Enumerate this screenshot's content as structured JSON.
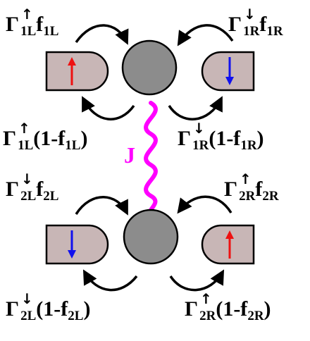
{
  "colors": {
    "lead_fill": "#c8b6b6",
    "dot_fill": "#8c8c8c",
    "spin_up": "#ee1111",
    "spin_down": "#1111ee",
    "coupling": "#ff00ff",
    "arrow": "#000000"
  },
  "coupling_label": "J",
  "leads": [
    {
      "id": "1L",
      "spin": "up"
    },
    {
      "id": "1R",
      "spin": "down"
    },
    {
      "id": "2L",
      "spin": "down"
    },
    {
      "id": "2R",
      "spin": "up"
    }
  ],
  "rates": {
    "in_1L": {
      "symbol": "Γ",
      "spin": "↑",
      "index": "1L",
      "occ_prefix": "f",
      "occ_index": "1L",
      "occ_suffix": ""
    },
    "in_1R": {
      "symbol": "Γ",
      "spin": "↓",
      "index": "1R",
      "occ_prefix": "f",
      "occ_index": "1R",
      "occ_suffix": ""
    },
    "out_1L": {
      "symbol": "Γ",
      "spin": "↑",
      "index": "1L",
      "occ_prefix": "(1-f",
      "occ_index": "1L",
      "occ_suffix": ")"
    },
    "out_1R": {
      "symbol": "Γ",
      "spin": "↓",
      "index": "1R",
      "occ_prefix": "(1-f",
      "occ_index": "1R",
      "occ_suffix": ")"
    },
    "in_2L": {
      "symbol": "Γ",
      "spin": "↓",
      "index": "2L",
      "occ_prefix": "f",
      "occ_index": "2L",
      "occ_suffix": ""
    },
    "in_2R": {
      "symbol": "Γ",
      "spin": "↑",
      "index": "2R",
      "occ_prefix": "f",
      "occ_index": "2R",
      "occ_suffix": ""
    },
    "out_2L": {
      "symbol": "Γ",
      "spin": "↓",
      "index": "2L",
      "occ_prefix": "(1-f",
      "occ_index": "2L",
      "occ_suffix": ")"
    },
    "out_2R": {
      "symbol": "Γ",
      "spin": "↑",
      "index": "2R",
      "occ_prefix": "(1-f",
      "occ_index": "2R",
      "occ_suffix": ")"
    }
  }
}
